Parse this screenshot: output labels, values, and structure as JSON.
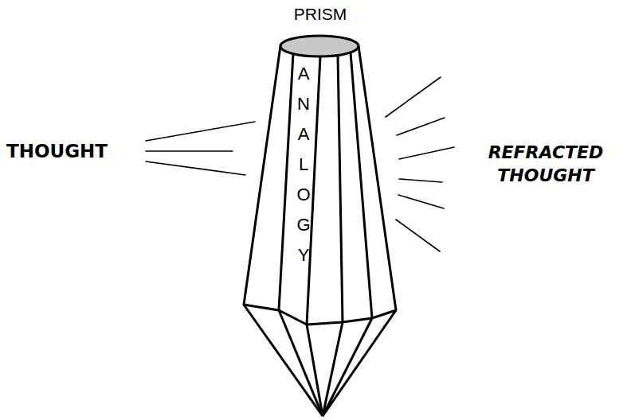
{
  "diagram": {
    "nodes": [
      {
        "text": [
          "PRISM",
          "ANALOGY"
        ]
      }
    ],
    "labels": [
      "THOUGHT",
      "REFRACTED THOUGHT"
    ]
  }
}
